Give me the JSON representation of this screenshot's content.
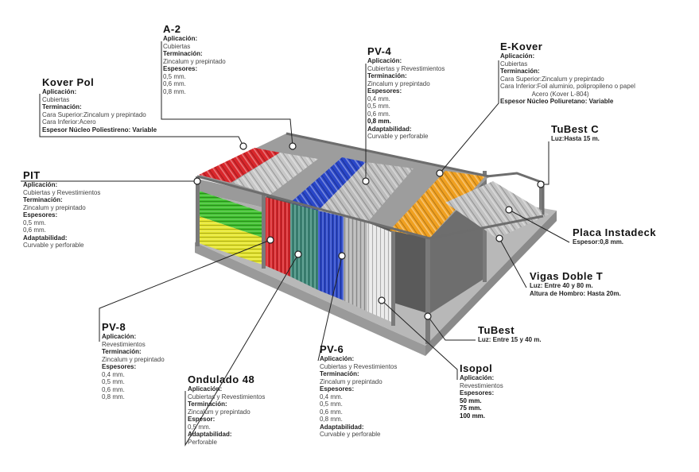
{
  "labels": {
    "a2": {
      "title": "A-2",
      "lines": [
        {
          "t": "Aplicación:",
          "s": "h"
        },
        {
          "t": "Cubiertas",
          "s": "r"
        },
        {
          "t": "Terminación:",
          "s": "h"
        },
        {
          "t": "Zincalum y prepintado",
          "s": "r"
        },
        {
          "t": "Espesores:",
          "s": "h"
        },
        {
          "t": "0,5 mm.",
          "s": "r"
        },
        {
          "t": "0,6 mm.",
          "s": "r"
        },
        {
          "t": "0,8 mm.",
          "s": "r"
        }
      ]
    },
    "koverpol": {
      "title": "Kover Pol",
      "lines": [
        {
          "t": "Aplicación:",
          "s": "h"
        },
        {
          "t": "Cubiertas",
          "s": "r"
        },
        {
          "t": "Terminación:",
          "s": "h"
        },
        {
          "t": "Cara Superior:Zincalum y prepintado",
          "s": "r"
        },
        {
          "t": "Cara Inferior:Acero",
          "s": "r"
        },
        {
          "t": "Espesor Núcleo Poliestireno: Variable",
          "s": "h"
        }
      ]
    },
    "pv4": {
      "title": "PV-4",
      "lines": [
        {
          "t": "Aplicación:",
          "s": "h"
        },
        {
          "t": "Cubiertas y Revestimientos",
          "s": "r"
        },
        {
          "t": "Terminación:",
          "s": "h"
        },
        {
          "t": "Zincalum y prepintado",
          "s": "r"
        },
        {
          "t": "Espesores:",
          "s": "h"
        },
        {
          "t": "0,4 mm.",
          "s": "r"
        },
        {
          "t": "0,5 mm.",
          "s": "r"
        },
        {
          "t": "0,6 mm.",
          "s": "r"
        },
        {
          "t": "0,8 mm.",
          "s": "b"
        },
        {
          "t": "Adaptabilidad:",
          "s": "h"
        },
        {
          "t": "Curvable y perforable",
          "s": "r"
        }
      ]
    },
    "ekover": {
      "title": "E-Kover",
      "lines": [
        {
          "t": "Aplicación:",
          "s": "h"
        },
        {
          "t": "Cubiertas",
          "s": "r"
        },
        {
          "t": "Terminación:",
          "s": "h"
        },
        {
          "t": "Cara Superior:Zincalum y prepintado",
          "s": "r"
        },
        {
          "t": "Cara Inferior:Foil aluminio, polipropileno o papel",
          "s": "r"
        },
        {
          "t": "                  Acero (Kover L-804)",
          "s": "r"
        },
        {
          "t": "Espesor Núcleo Poliuretano: Variable",
          "s": "h"
        }
      ]
    },
    "tubestc": {
      "title": "TuBest C",
      "lines": [
        {
          "t": "Luz:Hasta 15 m.",
          "s": "h"
        }
      ]
    },
    "pit": {
      "title": "PIT",
      "lines": [
        {
          "t": "Aplicación:",
          "s": "h"
        },
        {
          "t": "Cubiertas y Revestimientos",
          "s": "r"
        },
        {
          "t": "Terminación:",
          "s": "h"
        },
        {
          "t": "Zincalum y prepintado",
          "s": "r"
        },
        {
          "t": "Espesores:",
          "s": "h"
        },
        {
          "t": "0,5 mm.",
          "s": "r"
        },
        {
          "t": "0,6 mm.",
          "s": "r"
        },
        {
          "t": "Adaptabilidad:",
          "s": "h"
        },
        {
          "t": "Curvable y perforable",
          "s": "r"
        }
      ]
    },
    "instadeck": {
      "title": "Placa Instadeck",
      "lines": [
        {
          "t": "Espesor:0,8 mm.",
          "s": "h"
        }
      ]
    },
    "vigas": {
      "title": "Vigas Doble T",
      "lines": [
        {
          "t": "Luz: Entre 40 y 80 m.",
          "s": "h"
        },
        {
          "t": "Altura de Hombro: Hasta 20m.",
          "s": "h"
        }
      ]
    },
    "pv8": {
      "title": "PV-8",
      "lines": [
        {
          "t": "Aplicación:",
          "s": "h"
        },
        {
          "t": "Revestimientos",
          "s": "r"
        },
        {
          "t": "Terminación:",
          "s": "h"
        },
        {
          "t": "Zincalum y prepintado",
          "s": "r"
        },
        {
          "t": "Espesores:",
          "s": "h"
        },
        {
          "t": "0,4 mm.",
          "s": "r"
        },
        {
          "t": "0,5 mm.",
          "s": "r"
        },
        {
          "t": "0,6 mm.",
          "s": "r"
        },
        {
          "t": "0,8 mm.",
          "s": "r"
        }
      ]
    },
    "tubest": {
      "title": "TuBest",
      "lines": [
        {
          "t": "Luz: Entre 15 y 40 m.",
          "s": "h"
        }
      ]
    },
    "pv6": {
      "title": "PV-6",
      "lines": [
        {
          "t": "Aplicación:",
          "s": "h"
        },
        {
          "t": "Cubiertas y Revestimientos",
          "s": "r"
        },
        {
          "t": "Terminación:",
          "s": "h"
        },
        {
          "t": "Zincalum y prepintado",
          "s": "r"
        },
        {
          "t": "Espesores:",
          "s": "h"
        },
        {
          "t": "0,4 mm.",
          "s": "r"
        },
        {
          "t": "0,5 mm.",
          "s": "r"
        },
        {
          "t": "0,6 mm.",
          "s": "r"
        },
        {
          "t": "0,8 mm.",
          "s": "r"
        },
        {
          "t": "Adaptabilidad:",
          "s": "h"
        },
        {
          "t": "Curvable y perforable",
          "s": "r"
        }
      ]
    },
    "isopol": {
      "title": "Isopol",
      "lines": [
        {
          "t": "Aplicación:",
          "s": "h"
        },
        {
          "t": "Revestimientos",
          "s": "r"
        },
        {
          "t": "Espesores:",
          "s": "h"
        },
        {
          "t": "50 mm.",
          "s": "b"
        },
        {
          "t": "75 mm.",
          "s": "b"
        },
        {
          "t": "100 mm.",
          "s": "b"
        }
      ]
    },
    "ondulado": {
      "title": "Ondulado 48",
      "lines": [
        {
          "t": "Aplicación:",
          "s": "h"
        },
        {
          "t": "Cubiertas y Revestimientos",
          "s": "r"
        },
        {
          "t": "Terminación:",
          "s": "h"
        },
        {
          "t": "Zincalum y prepintado",
          "s": "r"
        },
        {
          "t": "Espesor:",
          "s": "h"
        },
        {
          "t": "0,5 mm.",
          "s": "r"
        },
        {
          "t": "Adaptabilidad:",
          "s": "h"
        },
        {
          "t": "Perforable",
          "s": "r"
        }
      ]
    }
  },
  "colors": {
    "red": "#d9262b",
    "blue": "#2946c8",
    "orange": "#f0a020",
    "green": "#3bbf2a",
    "yellow": "#e6e62a",
    "teal": "#3e8a7a",
    "steel": "#8a8a8a",
    "line": "#222222"
  }
}
